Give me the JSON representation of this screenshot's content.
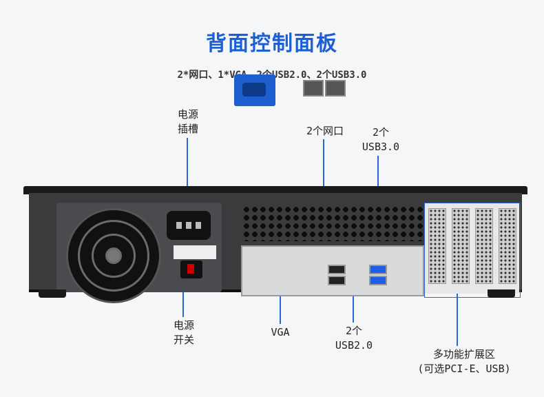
{
  "title": "背面控制面板",
  "subtitle": "2*网口、1*VGA、2个USB2.0、2个USB3.0",
  "labels": {
    "power_socket": [
      "电源",
      "插槽"
    ],
    "network_ports": "2个网口",
    "usb3": [
      "2个",
      "USB3.0"
    ],
    "power_switch": [
      "电源",
      "开关"
    ],
    "vga": "VGA",
    "usb2": [
      "2个",
      "USB2.0"
    ],
    "expansion": [
      "多功能扩展区",
      "(可选PCI-E、USB)"
    ]
  },
  "colors": {
    "accent": "#2a66d9",
    "title": "#1a5fd6"
  }
}
